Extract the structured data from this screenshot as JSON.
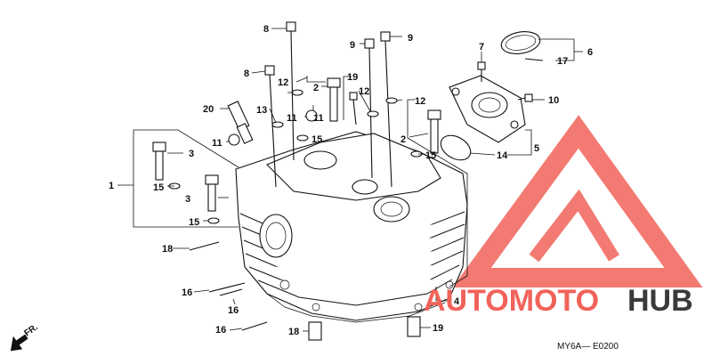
{
  "callouts": {
    "c1": "1",
    "c2a": "2",
    "c2b": "2",
    "c3a": "3",
    "c3b": "3",
    "c4": "4",
    "c5": "5",
    "c6": "6",
    "c7": "7",
    "c8a": "8",
    "c8b": "8",
    "c9a": "9",
    "c9b": "9",
    "c10": "10",
    "c11a": "11",
    "c11b": "11",
    "c11c": "11",
    "c12a": "12",
    "c12b": "12",
    "c12c": "12",
    "c13": "13",
    "c14": "14",
    "c15a": "15",
    "c15b": "15",
    "c15c": "15",
    "c15d": "15",
    "c16a": "16",
    "c16b": "16",
    "c16c": "16",
    "c17": "17",
    "c18a": "18",
    "c18b": "18",
    "c19a": "19",
    "c19b": "19",
    "c20": "20"
  },
  "fr_label": "FR.",
  "diagram_code": "MY6A— E0200",
  "watermark": {
    "brand_part1": "AUTOMOTO",
    "brand_part2": "HUB",
    "accent_color": "#f1635a",
    "dark_color": "#3a3a3a"
  }
}
